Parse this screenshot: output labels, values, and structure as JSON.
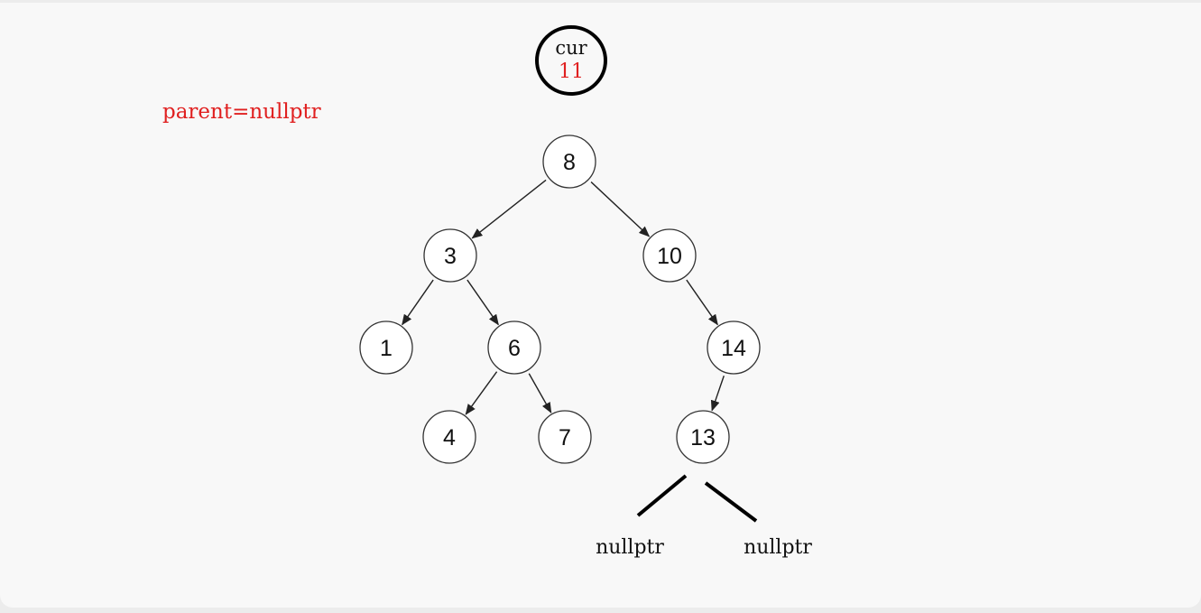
{
  "cur": {
    "label": "cur",
    "value": "11"
  },
  "parent_label": "parent=nullptr",
  "nodes": [
    {
      "id": "8",
      "label": "8"
    },
    {
      "id": "3",
      "label": "3"
    },
    {
      "id": "10",
      "label": "10"
    },
    {
      "id": "1",
      "label": "1"
    },
    {
      "id": "6",
      "label": "6"
    },
    {
      "id": "14",
      "label": "14"
    },
    {
      "id": "4",
      "label": "4"
    },
    {
      "id": "7",
      "label": "7"
    },
    {
      "id": "13",
      "label": "13"
    }
  ],
  "edges": [
    {
      "from": "8",
      "to": "3"
    },
    {
      "from": "8",
      "to": "10"
    },
    {
      "from": "3",
      "to": "1"
    },
    {
      "from": "3",
      "to": "6"
    },
    {
      "from": "10",
      "to": "14"
    },
    {
      "from": "6",
      "to": "4"
    },
    {
      "from": "6",
      "to": "7"
    },
    {
      "from": "14",
      "to": "13"
    }
  ],
  "null_children": {
    "left_label": "nullptr",
    "right_label": "nullptr"
  },
  "colors": {
    "highlight": "#e02020",
    "ink": "#111111"
  }
}
